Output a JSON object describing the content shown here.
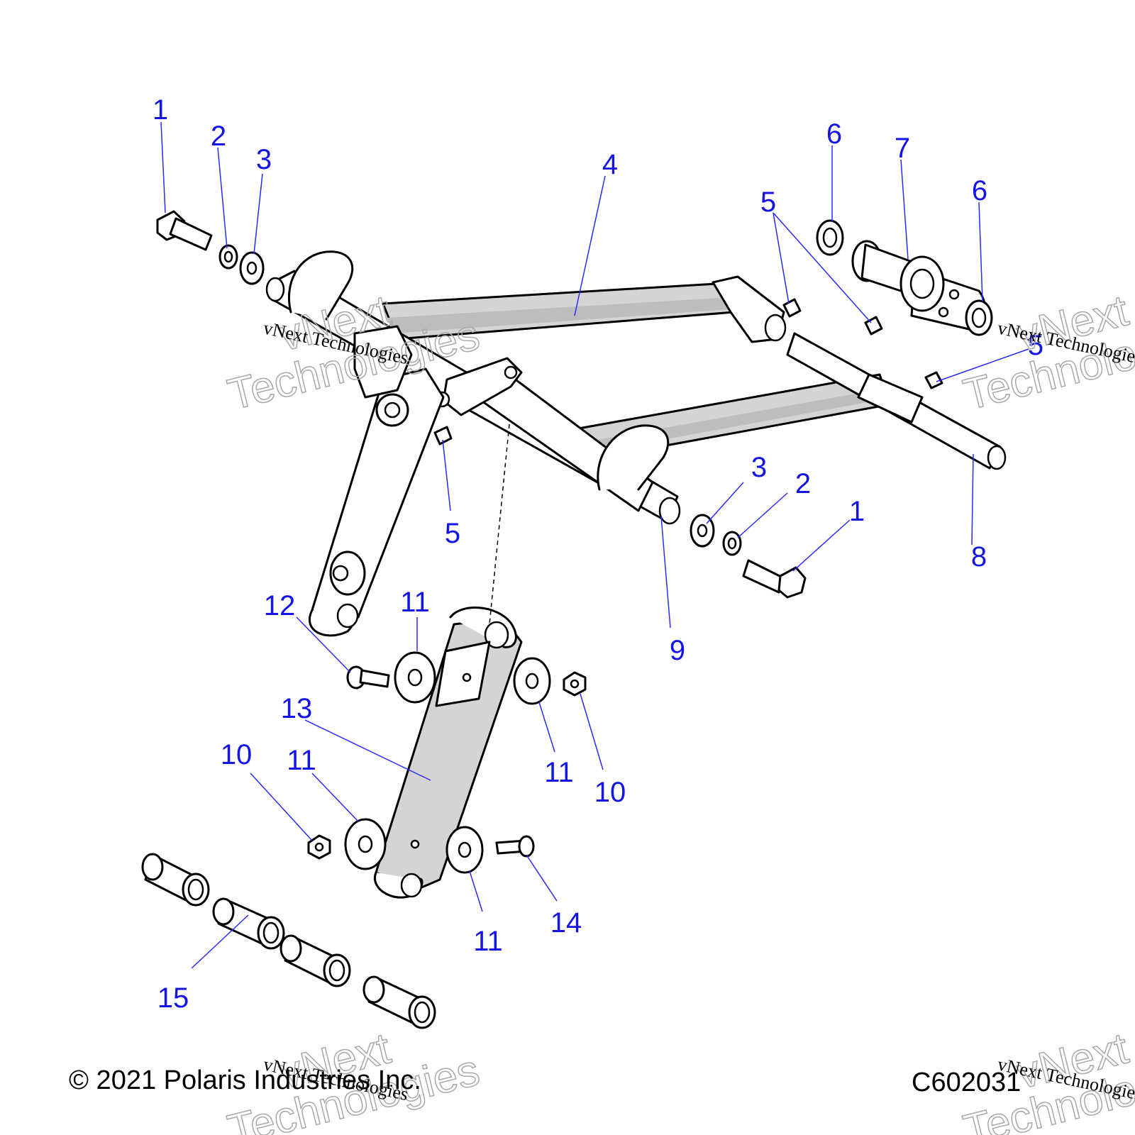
{
  "footer": {
    "copyright": "© 2021 Polaris Industries Inc.",
    "drawing_code": "C602031"
  },
  "watermark": {
    "line_small": "vNext Technologies",
    "word_top": "vNext",
    "word_bottom": "Technologies"
  },
  "callouts": {
    "c1a": "1",
    "c2a": "2",
    "c3a": "3",
    "c4": "4",
    "c5a": "5",
    "c5b": "5",
    "c5c": "5",
    "c6a": "6",
    "c6b": "6",
    "c7": "7",
    "c8": "8",
    "c9": "9",
    "c3b": "3",
    "c2b": "2",
    "c1b": "1",
    "c12": "12",
    "c11a": "11",
    "c13": "13",
    "c10a": "10",
    "c11b": "11",
    "c11c": "11",
    "c10b": "10",
    "c11d": "11",
    "c14": "14",
    "c15": "15"
  },
  "colors": {
    "callout": "#1414e6",
    "line": "#000000",
    "watermark": "#a8a8a8"
  }
}
